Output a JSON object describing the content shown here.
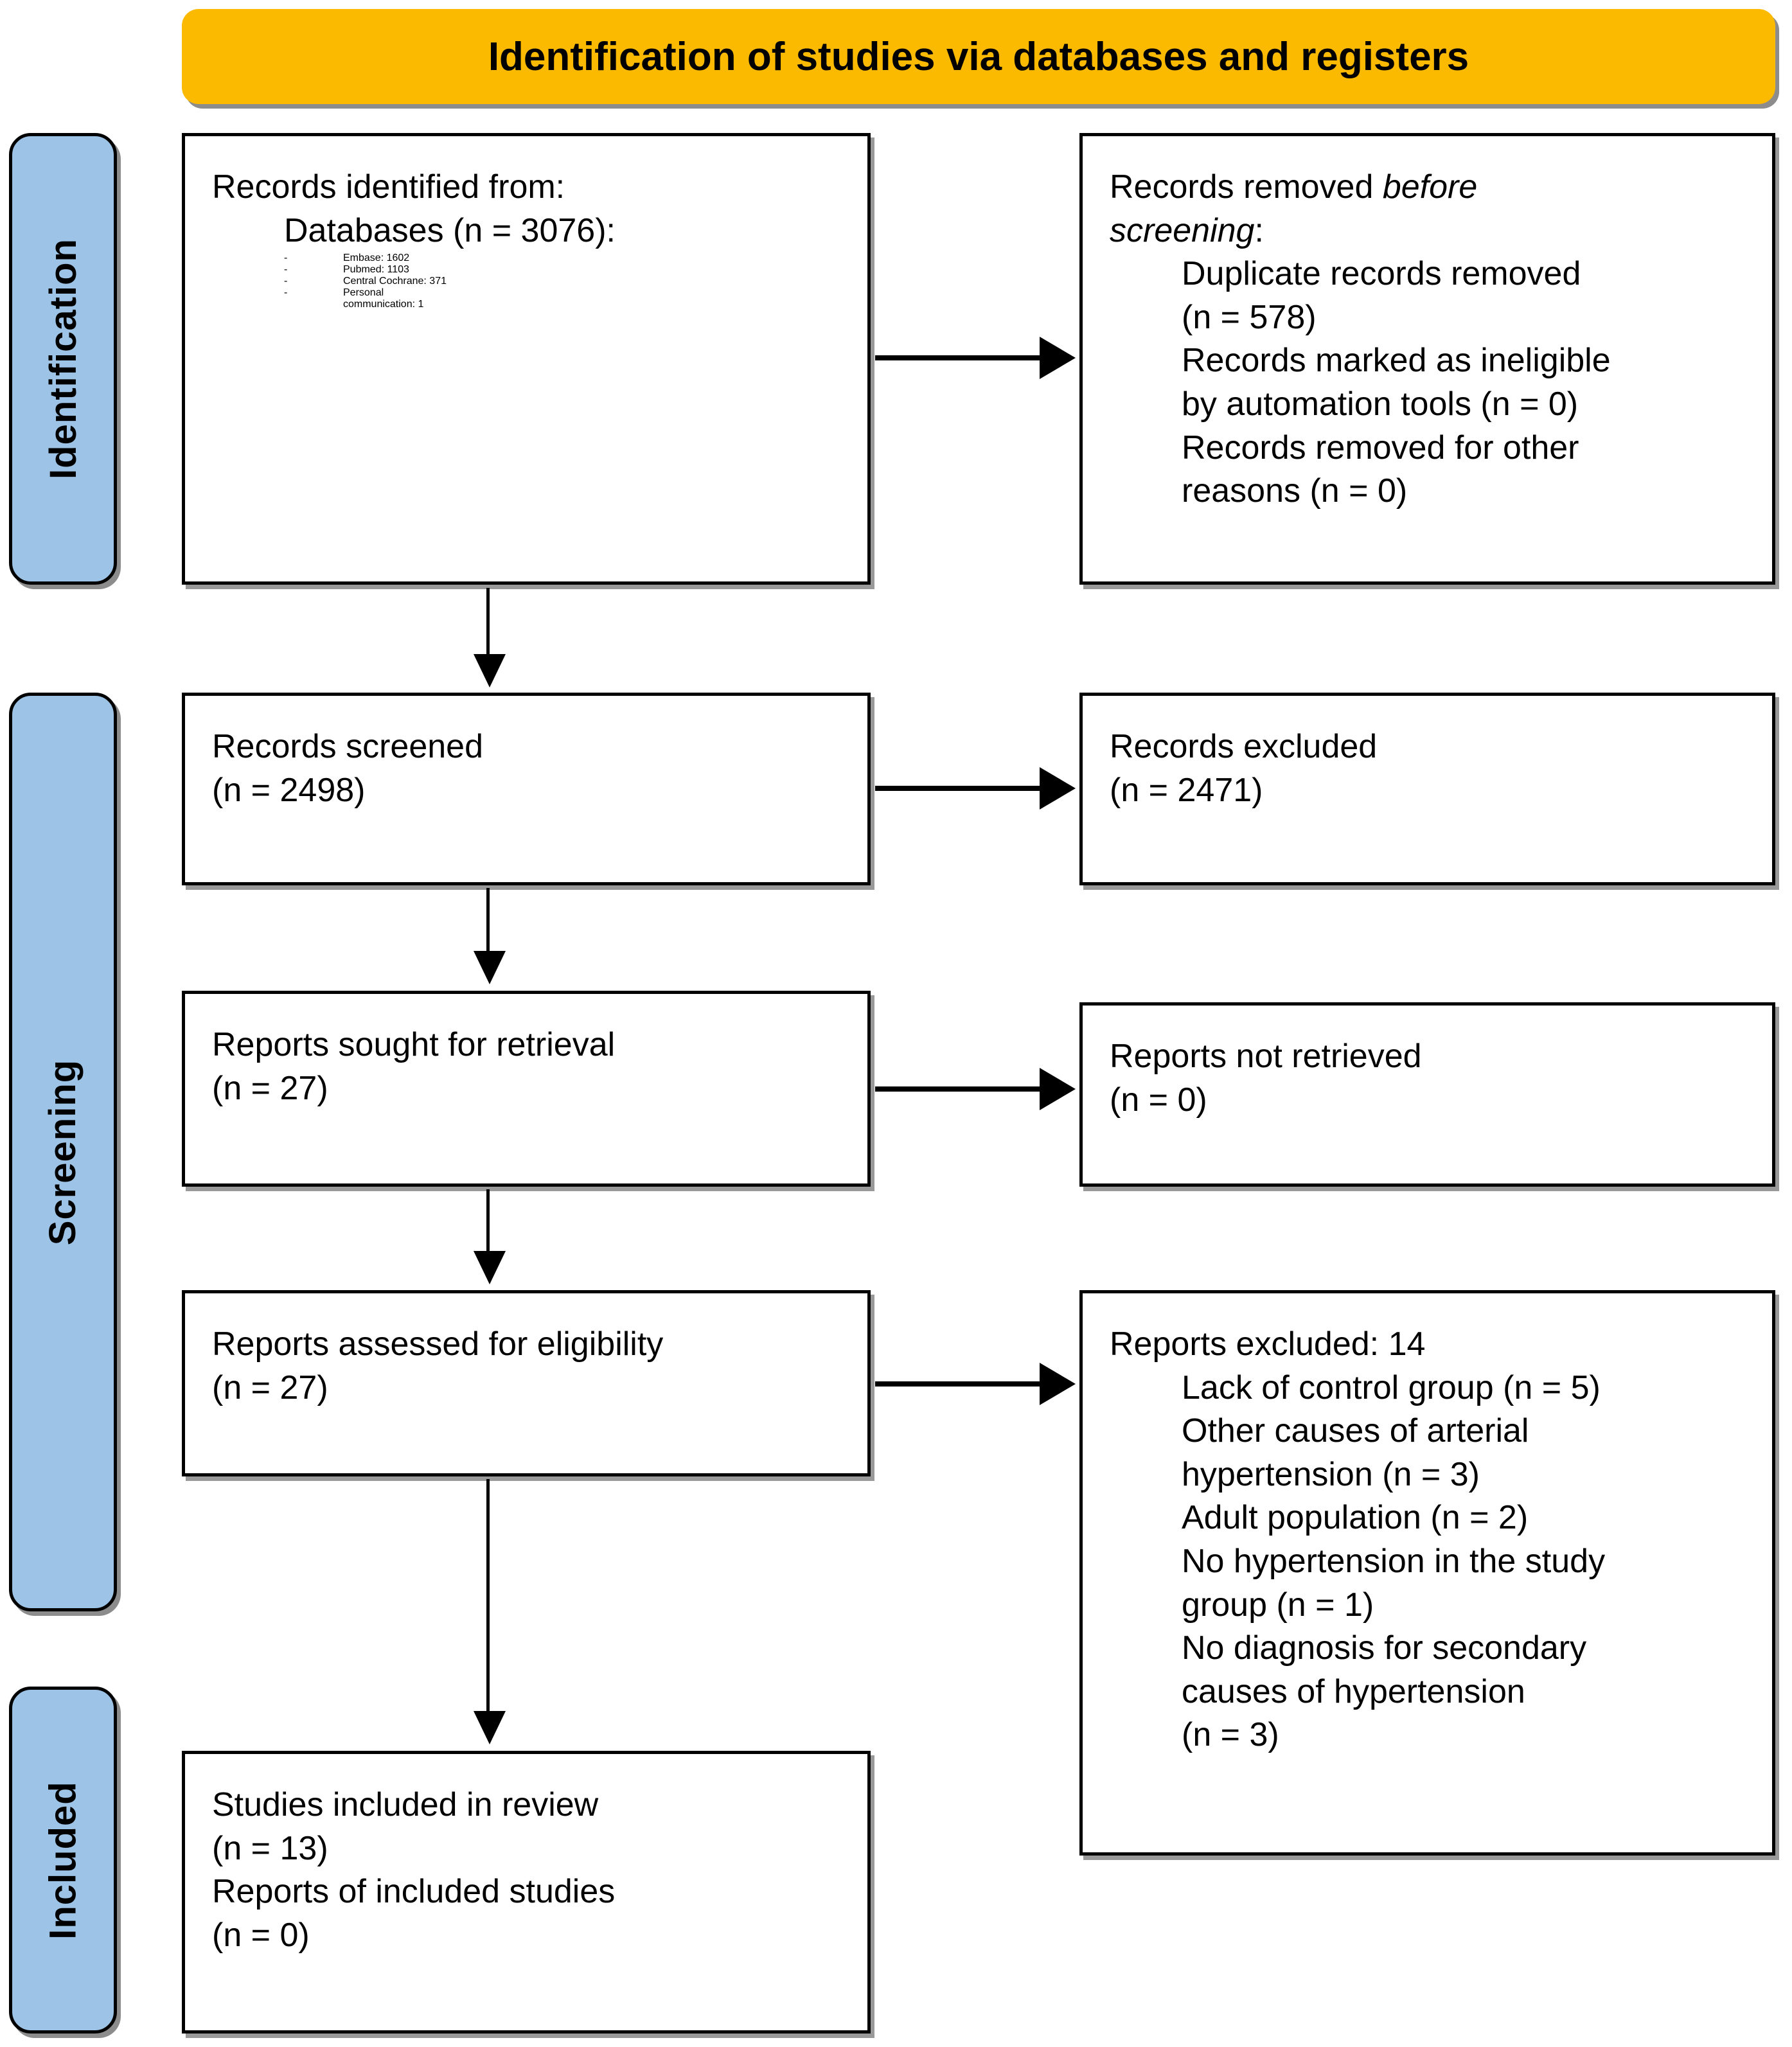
{
  "banner": {
    "title": "Identification of studies via databases and registers",
    "color": "#FBBA00"
  },
  "stages": {
    "identification": "Identification",
    "screening": "Screening",
    "included": "Included",
    "color": "#9DC3E6"
  },
  "boxes": {
    "identified": {
      "title": "Records identified from:",
      "subtitle": "Databases (n = 3076):",
      "sources": [
        {
          "dash": "-",
          "text": "Embase: 1602"
        },
        {
          "dash": "-",
          "text": "Pubmed: 1103"
        },
        {
          "dash": "-",
          "text": "Central Cochrane: 371"
        },
        {
          "dash": "-",
          "text": "Personal"
        },
        {
          "dash": "",
          "text": "communication: 1"
        }
      ]
    },
    "removed": {
      "title_lead": "Records removed ",
      "title_italic_1": "before",
      "title_italic_2": "screening",
      "title_colon": ":",
      "lines": [
        "Duplicate records removed",
        "(n = 578)",
        "Records marked as ineligible",
        "by automation tools (n = 0)",
        "Records removed for other",
        "reasons (n = 0)"
      ]
    },
    "screened": {
      "line1": "Records screened",
      "line2": "(n = 2498)"
    },
    "excluded": {
      "line1": "Records excluded",
      "line2": "(n = 2471)"
    },
    "sought": {
      "line1": "Reports sought for retrieval",
      "line2": "(n = 27)"
    },
    "not_retrieved": {
      "line1": "Reports not retrieved",
      "line2": "(n = 0)"
    },
    "assessed": {
      "line1": "Reports assessed for eligibility",
      "line2": "(n = 27)"
    },
    "reports_excluded": {
      "title": "Reports excluded: 14",
      "reasons": [
        "Lack of control group (n = 5)",
        "Other causes of arterial",
        "hypertension (n = 3)",
        "Adult population (n = 2)",
        "No hypertension in the study",
        "group (n = 1)",
        "No diagnosis for secondary",
        "causes of hypertension",
        "(n = 3)"
      ]
    },
    "included": {
      "line1": "Studies included in review",
      "line2": "(n = 13)",
      "line3": "Reports of included studies",
      "line4": "(n = 0)"
    }
  }
}
